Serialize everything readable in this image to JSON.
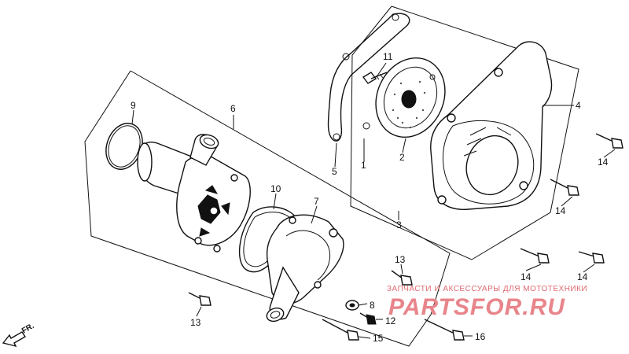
{
  "diagram": {
    "callouts": {
      "c1": "1",
      "c2": "2",
      "c3": "3",
      "c4": "4",
      "c5": "5",
      "c6": "6",
      "c7": "7",
      "c8": "8",
      "c9": "9",
      "c10": "10",
      "c11": "11",
      "c12": "12",
      "c13a": "13",
      "c13b": "13",
      "c14a": "14",
      "c14b": "14",
      "c14c": "14",
      "c14d": "14",
      "c15": "15",
      "c16": "16"
    },
    "direction_label": "FR.",
    "watermark": {
      "line1": "ЗАПЧАСТИ И АКСЕССУАРЫ ДЛЯ МОТОТЕХНИКИ",
      "line2": "PARTSFOR.RU"
    }
  }
}
